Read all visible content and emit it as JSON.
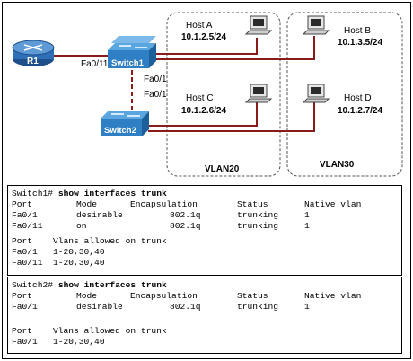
{
  "diagram": {
    "router": {
      "name": "R1"
    },
    "switch1": {
      "name": "Switch1",
      "port_left": "Fa0/11",
      "port_down": "Fa0/1"
    },
    "switch2": {
      "name": "Switch2",
      "port_up": "Fa0/1"
    },
    "hosts": [
      {
        "id": "A",
        "name": "Host A",
        "ip": "10.1.2.5/24"
      },
      {
        "id": "B",
        "name": "Host B",
        "ip": "10.1.3.5/24"
      },
      {
        "id": "C",
        "name": "Host C",
        "ip": "10.1.2.6/24"
      },
      {
        "id": "D",
        "name": "Host D",
        "ip": "10.1.2.7/24"
      }
    ],
    "vlans": [
      {
        "label": "VLAN20"
      },
      {
        "label": "VLAN30"
      }
    ],
    "colors": {
      "router": "#2e6fb7",
      "switch": "#3b8fd0",
      "link": "#8a1b1b",
      "trunk": "#8a1b1b"
    }
  },
  "terminal1": {
    "prompt": "Switch1#",
    "command": "show interfaces trunk",
    "headers": [
      "Port",
      "Mode",
      "Encapsulation",
      "Status",
      "Native vlan"
    ],
    "rows": [
      [
        "Fa0/1",
        "desirable",
        "802.1q",
        "trunking",
        "1"
      ],
      [
        "Fa0/11",
        "on",
        "802.1q",
        "trunking",
        "1"
      ]
    ],
    "vlan_header": [
      "Port",
      "Vlans allowed on trunk"
    ],
    "vlan_rows": [
      [
        "Fa0/1",
        "1-20,30,40"
      ],
      [
        "Fa0/11",
        "1-20,30,40"
      ]
    ]
  },
  "terminal2": {
    "prompt": "Switch2#",
    "command": "show interfaces trunk",
    "headers": [
      "Port",
      "Mode",
      "Encapsulation",
      "Status",
      "Native vlan"
    ],
    "rows": [
      [
        "Fa0/1",
        "desirable",
        "802.1q",
        "trunking",
        "1"
      ]
    ],
    "vlan_header": [
      "Port",
      "Vlans allowed on trunk"
    ],
    "vlan_rows": [
      [
        "Fa0/1",
        "1-20,30,40"
      ]
    ]
  }
}
